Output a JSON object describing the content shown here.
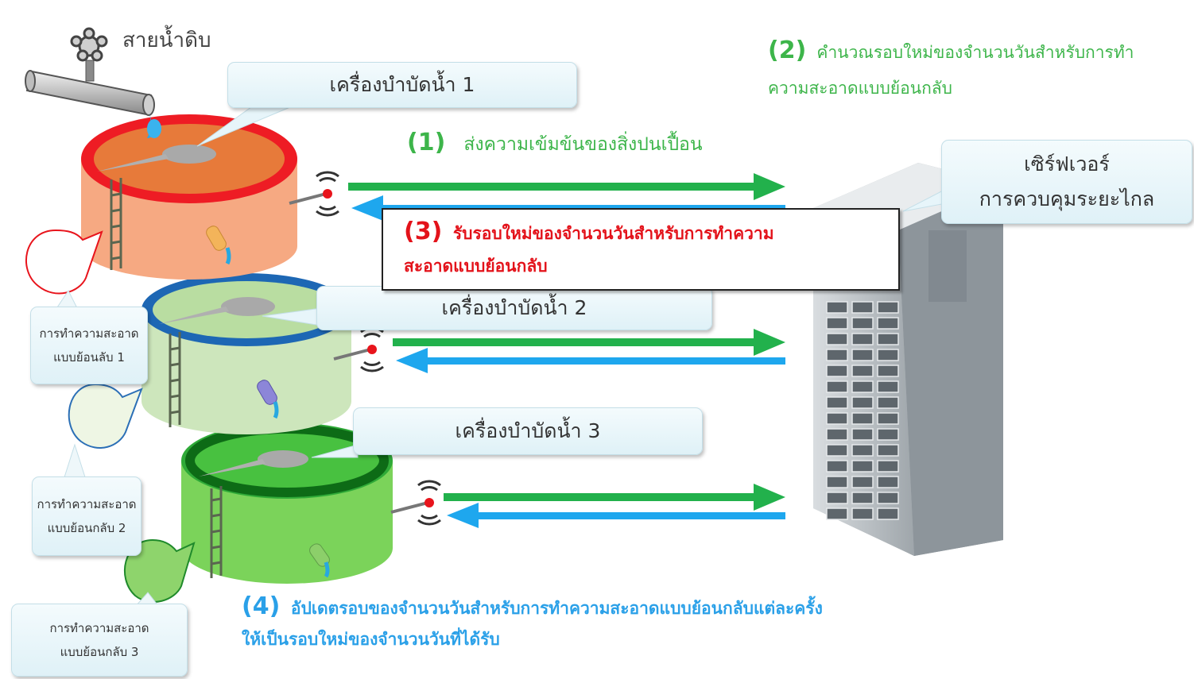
{
  "raw_water_label": "สายน้ำดิบ",
  "tanks": [
    {
      "label": "เครื่องบำบัดน้ำ 1",
      "backwash_line1": "การทำความสะอาด",
      "backwash_line2": "แบบย้อนลับ 1"
    },
    {
      "label": "เครื่องบำบัดน้ำ 2",
      "backwash_line1": "การทำความสะอาด",
      "backwash_line2": "แบบย้อนกลับ 2"
    },
    {
      "label": "เครื่องบำบัดน้ำ 3",
      "backwash_line1": "การทำความสะอาด",
      "backwash_line2": "แบบย้อนกลับ 3"
    }
  ],
  "server": {
    "line1": "เซิร์ฟเวอร์",
    "line2": "การควบคุมระยะไกล"
  },
  "steps": {
    "s1": {
      "num": "(1)",
      "text": "ส่งความเข้มข้นของสิ่งปนเปื้อน"
    },
    "s2": {
      "num": "(2)",
      "line1": "คำนวณรอบใหม่ของจำนวนวันสำหรับการทำ",
      "line2": "ความสะอาดแบบย้อนกลับ"
    },
    "s3": {
      "num": "(3)",
      "line1": "รับรอบใหม่ของจำนวนวันสำหรับการทำความ",
      "line2": "สะอาดแบบย้อนกลับ"
    },
    "s4": {
      "num": "(4)",
      "line1": "อัปเดตรอบของจำนวนวันสำหรับการทำความสะอาดแบบย้อนกลับแต่ละครั้ง",
      "line2": "ให้เป็นรอบใหม่ของจำนวนวันที่ได้รับ"
    }
  },
  "colors": {
    "send_arrow": "#22b14c",
    "receive_arrow": "#1ea7ee",
    "step3_text": "#e3121a",
    "step_text": "#3db54a",
    "step4_text": "#2aa0e8"
  }
}
